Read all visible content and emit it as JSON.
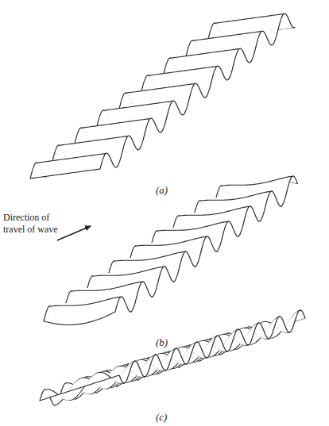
{
  "diagram": {
    "labels": [
      "(a)",
      "Direction of travel of wave",
      "(b)",
      "(c)"
    ]
  }
}
